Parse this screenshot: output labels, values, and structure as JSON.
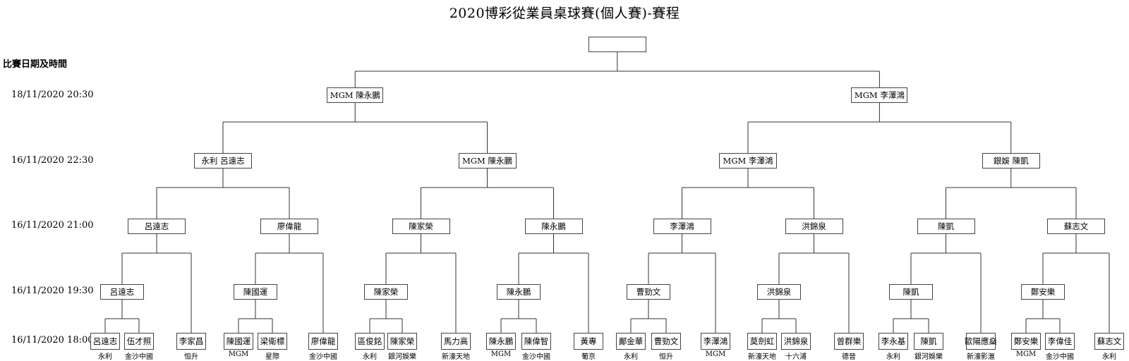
{
  "title": "2020博彩從業員桌球賽(個人賽)-賽程",
  "schedule_header": "比賽日期及時間",
  "round_times": [
    "18/11/2020 20:30",
    "16/11/2020 22:30",
    "16/11/2020 21:00",
    "16/11/2020 19:30",
    "16/11/2020 18:00"
  ],
  "final_box": "",
  "semifinal": [
    "MGM 陳永鵬",
    "MGM 李澤鴻"
  ],
  "quarterfinal": [
    "永利 呂遠志",
    "MGM 陳永鵬",
    "MGM 李澤鴻",
    "銀娛 陳凱"
  ],
  "round3": [
    "呂遠志",
    "廖偉龍",
    "陳家榮",
    "陳永鵬",
    "李澤鴻",
    "洪錦泉",
    "陳凱",
    "蘇志文"
  ],
  "round2": [
    "呂遠志",
    "陳國運",
    "陳家榮",
    "陳永鵬",
    "曹勁文",
    "洪錦泉",
    "陳凱",
    "鄭安樂"
  ],
  "players": [
    {
      "name": "呂遠志",
      "club": "永利"
    },
    {
      "name": "伍才照",
      "club": "金沙中國"
    },
    {
      "name": "李家昌",
      "club": "恒升"
    },
    {
      "name": "陳國運",
      "club": "MGM"
    },
    {
      "name": "梁衛標",
      "club": "星際"
    },
    {
      "name": "廖偉龍",
      "club": "金沙中國"
    },
    {
      "name": "區俊銘",
      "club": "永利"
    },
    {
      "name": "陳家榮",
      "club": "銀河娛樂"
    },
    {
      "name": "馬力高",
      "club": "新濠天地"
    },
    {
      "name": "陳永鵬",
      "club": "MGM"
    },
    {
      "name": "陳偉智",
      "club": "金沙中國"
    },
    {
      "name": "黃專",
      "club": "葡京"
    },
    {
      "name": "鄺金華",
      "club": "永利"
    },
    {
      "name": "曹勁文",
      "club": "恒升"
    },
    {
      "name": "李澤鴻",
      "club": "MGM"
    },
    {
      "name": "莫劍虹",
      "club": "新濠天地"
    },
    {
      "name": "洪錦泉",
      "club": "十六浦"
    },
    {
      "name": "曾群樂",
      "club": "德晉"
    },
    {
      "name": "李永基",
      "club": "永利"
    },
    {
      "name": "陳凱",
      "club": "銀河娛樂"
    },
    {
      "name": "歐陽應燊",
      "club": "新濠影滙"
    },
    {
      "name": "鄭安樂",
      "club": "MGM"
    },
    {
      "name": "李偉佳",
      "club": "金沙中國"
    },
    {
      "name": "蘇志文",
      "club": "永利"
    }
  ]
}
